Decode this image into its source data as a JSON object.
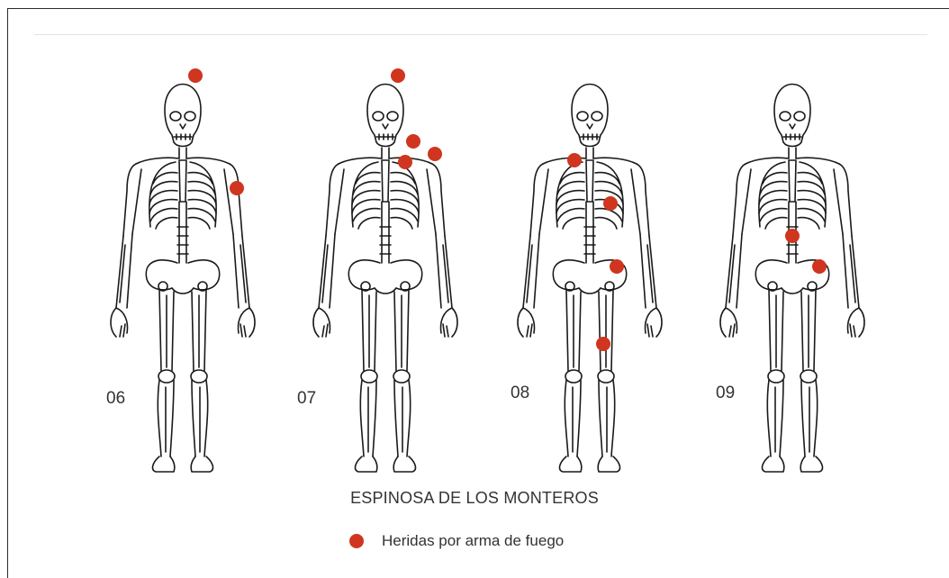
{
  "figures": [
    {
      "label": "06",
      "wounds": [
        "head-right",
        "right-forearm"
      ]
    },
    {
      "label": "07",
      "wounds": [
        "head-right",
        "right-shoulder",
        "right-chest",
        "right-upper-arm"
      ]
    },
    {
      "label": "08",
      "wounds": [
        "left-chest",
        "right-abdomen",
        "right-thigh",
        "right-shin"
      ]
    },
    {
      "label": "09",
      "wounds": [
        "right-hip",
        "right-thigh"
      ]
    }
  ],
  "title": "ESPINOSA DE LOS MONTEROS",
  "legend": {
    "label": "Heridas por arma de fuego",
    "icon": "red-dot-icon"
  },
  "colors": {
    "wound": "#d0351f",
    "line": "#1a1a1a"
  }
}
